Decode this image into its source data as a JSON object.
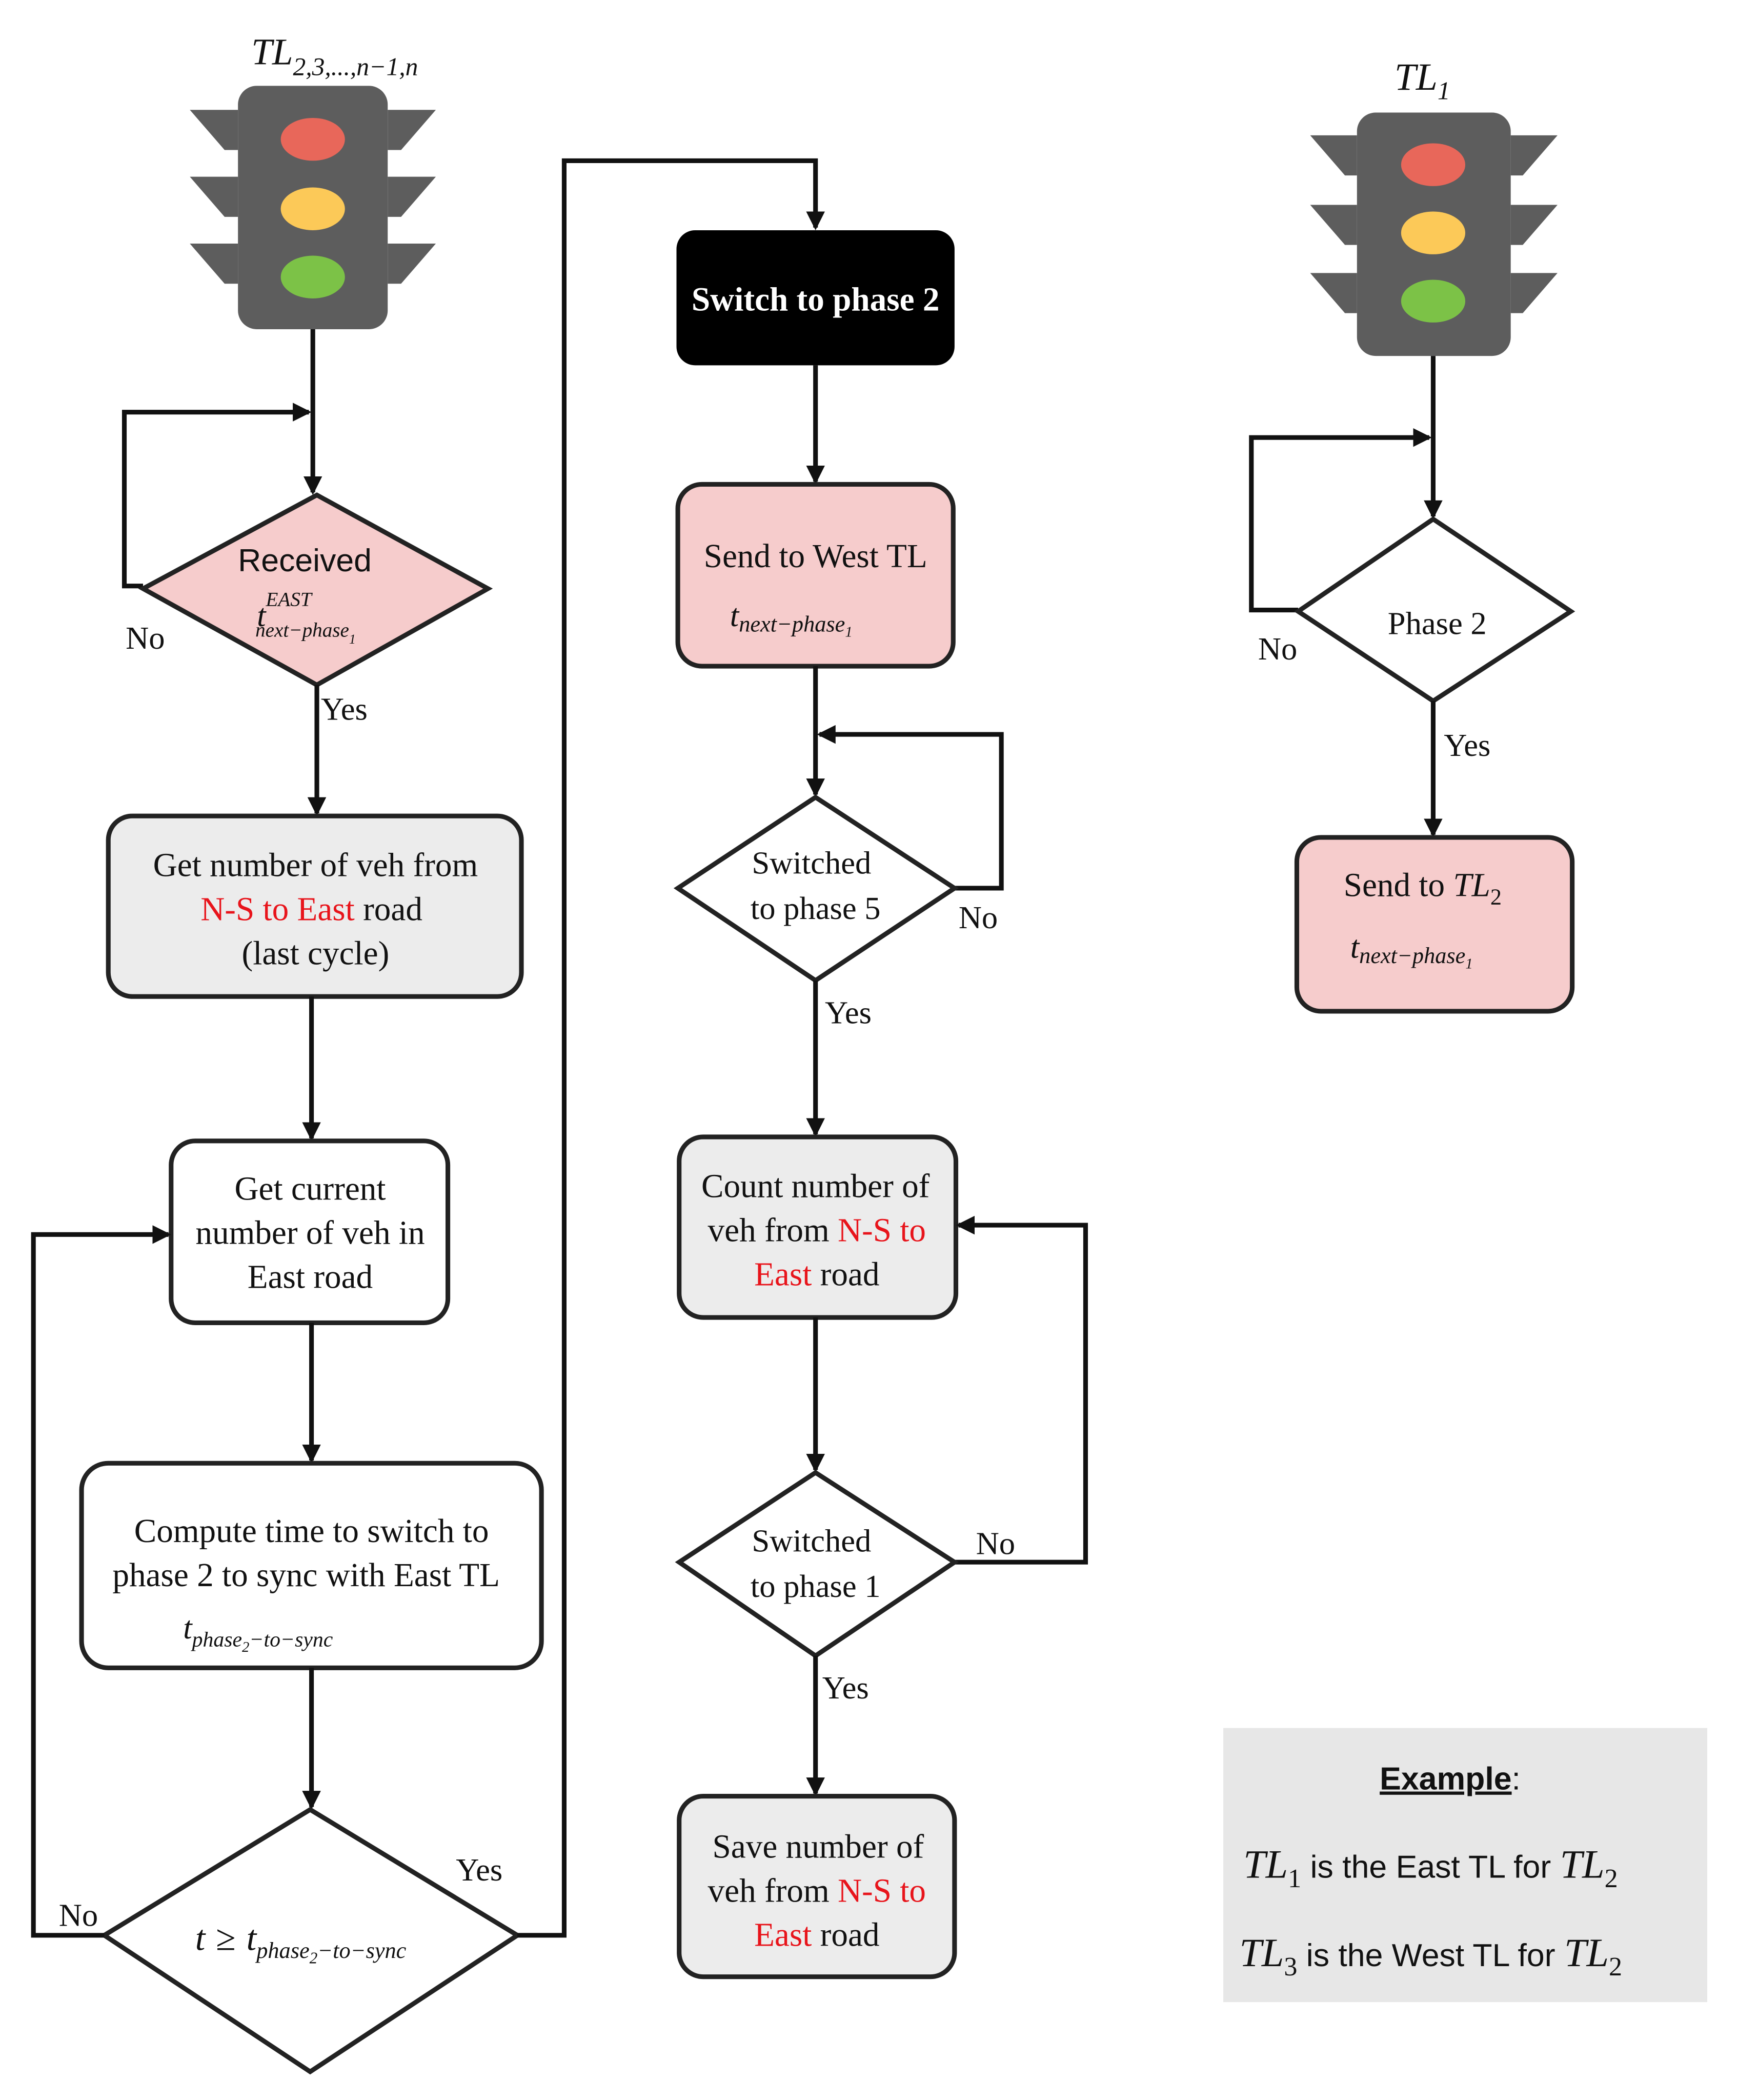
{
  "colors": {
    "pink_fill": "#f6cccc",
    "gray_fill": "#ececec",
    "black_fill": "#000000",
    "highlight_red": "#e8141b",
    "light_red": "#e8675a",
    "light_yellow": "#fcc958",
    "light_green": "#7cc247",
    "signal_housing": "#5d5d5d",
    "example_panel": "#e7e7e7"
  },
  "left_flow": {
    "signal_label": {
      "base": "TL",
      "sub": "2,3,...,n−1,n"
    },
    "decision_received": {
      "line1": "Received",
      "var_base": "t",
      "var_sup": "EAST",
      "var_sub": "next−phase",
      "var_subsub": "1"
    },
    "no_label_1": "No",
    "yes_label_1": "Yes",
    "box_get_number": {
      "line1": "Get number of veh from",
      "line2_red": "N-S to East",
      "line2_rest": " road",
      "line3": "(last cycle)"
    },
    "box_get_current": {
      "line1": "Get current",
      "line2": "number of veh in",
      "line3": "East road"
    },
    "box_compute": {
      "line1": "Compute time to switch to",
      "line2": "phase 2 to sync with East TL",
      "var_base": "t",
      "var_sub_a": "phase",
      "var_subsub": "2",
      "var_sub_b": "−to−sync"
    },
    "decision_compare": {
      "lhs": "t",
      "op": "≥",
      "var_base": "t",
      "var_sub_a": "phase",
      "var_subsub": "2",
      "var_sub_b": "−to−sync"
    },
    "no_label_2": "No",
    "yes_label_2": "Yes"
  },
  "middle_flow": {
    "box_switch": "Switch to phase 2",
    "box_send_west": {
      "line1": "Send to West TL",
      "var_base": "t",
      "var_sub": "next−phase",
      "var_subsub": "1"
    },
    "decision_phase5": {
      "line1": "Switched",
      "line2": "to phase 5"
    },
    "no_label_3": "No",
    "yes_label_3": "Yes",
    "box_count": {
      "line1": "Count number of",
      "line2_a": "veh from ",
      "line2_red": "N-S to",
      "line3_red": "East",
      "line3_rest": " road"
    },
    "decision_phase1": {
      "line1": "Switched",
      "line2": "to phase 1"
    },
    "no_label_4": "No",
    "yes_label_4": "Yes",
    "box_save": {
      "line1": "Save number of",
      "line2_a": "veh from ",
      "line2_red": "N-S to",
      "line3_red": "East",
      "line3_rest": " road"
    }
  },
  "right_flow": {
    "signal_label": {
      "base": "TL",
      "sub": "1"
    },
    "decision_phase2": "Phase 2",
    "no_label": "No",
    "yes_label": "Yes",
    "box_send_tl2": {
      "prefix": "Send to ",
      "tl_base": "TL",
      "tl_sub": "2",
      "var_base": "t",
      "var_sub": "next−phase",
      "var_subsub": "1"
    }
  },
  "example": {
    "title": "Example",
    "colon": ":",
    "line1": {
      "a_base": "TL",
      "a_sub": "1",
      "middle": " is the East TL for ",
      "b_base": "TL",
      "b_sub": "2"
    },
    "line2": {
      "a_base": "TL",
      "a_sub": "3",
      "middle": " is the West TL for ",
      "b_base": "TL",
      "b_sub": "2"
    }
  }
}
